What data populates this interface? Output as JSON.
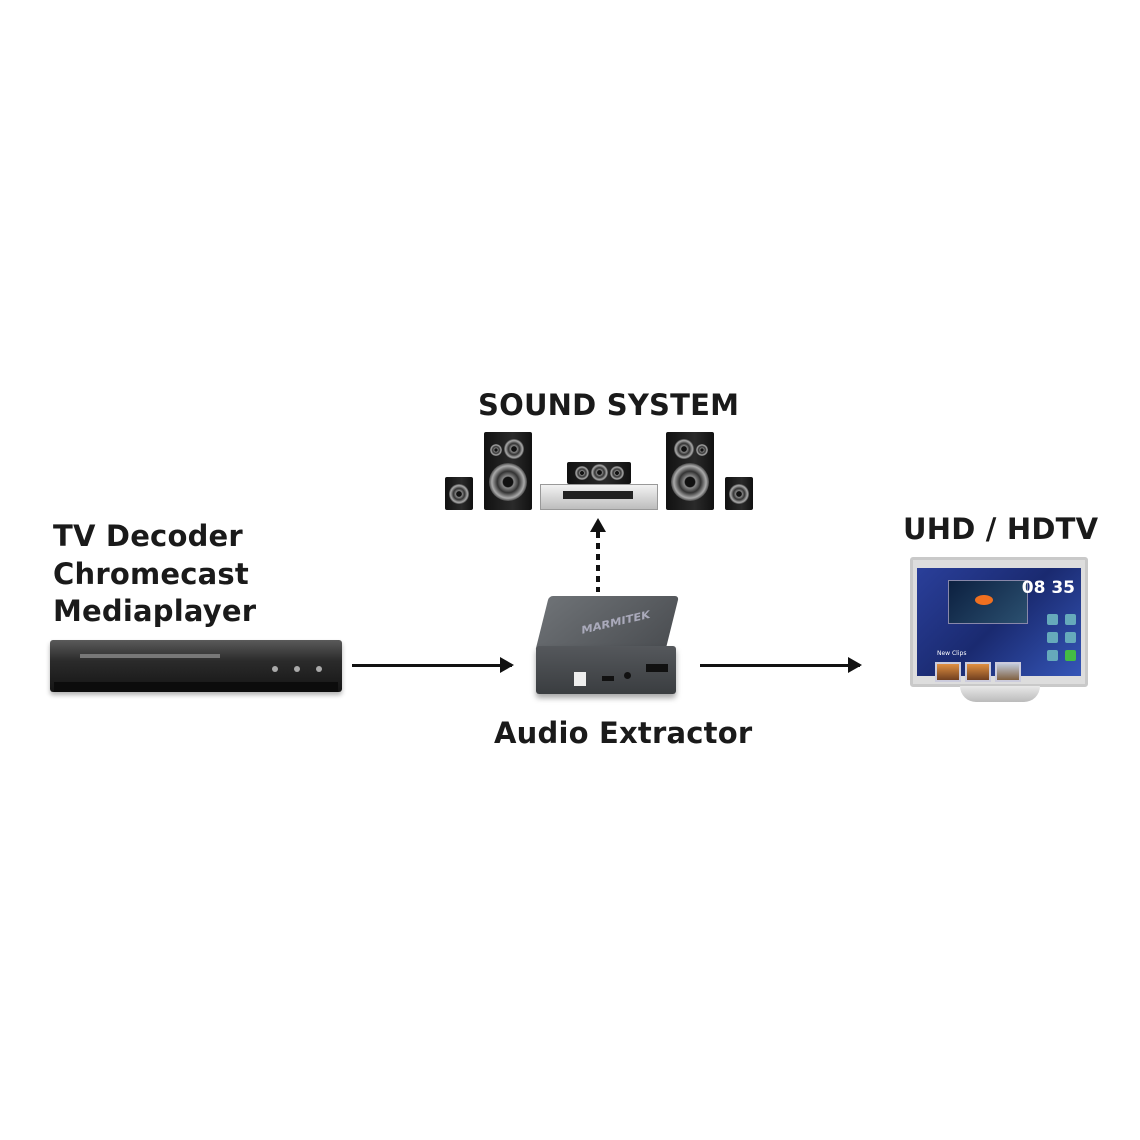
{
  "source": {
    "lines": [
      "TV Decoder",
      "Chromecast",
      "Mediaplayer"
    ]
  },
  "sound_system": {
    "label": "SOUND SYSTEM"
  },
  "extractor": {
    "label": "Audio Extractor",
    "logo_text": "MARMITEK"
  },
  "tv": {
    "label": "UHD / HDTV",
    "clock": "08 35",
    "panel_title": "New Clips"
  },
  "connections": [
    {
      "from": "source",
      "to": "extractor",
      "style": "solid"
    },
    {
      "from": "extractor",
      "to": "tv",
      "style": "solid"
    },
    {
      "from": "extractor",
      "to": "sound_system",
      "style": "dotted"
    }
  ]
}
